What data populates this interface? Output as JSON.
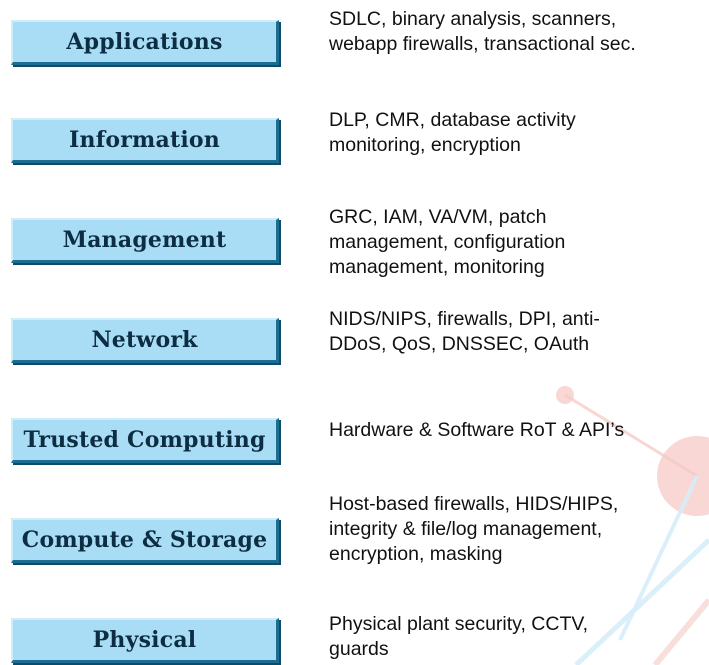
{
  "layers": [
    {
      "label": "Applications",
      "description": "SDLC, binary analysis, scanners,\nwebapp firewalls, transactional sec."
    },
    {
      "label": "Information",
      "description": "DLP, CMR, database activity\nmonitoring, encryption"
    },
    {
      "label": "Management",
      "description": "GRC, IAM, VA/VM, patch\nmanagement, configuration\nmanagement, monitoring"
    },
    {
      "label": "Network",
      "description": "NIDS/NIPS, firewalls, DPI, anti-\nDDoS, QoS, DNSSEC, OAuth"
    },
    {
      "label": "Trusted Computing",
      "description": "Hardware & Software RoT & API’s"
    },
    {
      "label": "Compute & Storage",
      "description": "Host-based firewalls, HIDS/HIPS,\nintegrity & file/log management,\nencryption, masking"
    },
    {
      "label": "Physical",
      "description": "Physical plant security, CCTV,\nguards"
    }
  ],
  "colors": {
    "box_fill": "#a9ddf6",
    "box_border": "#1d6d92",
    "label_text": "#0d2d43",
    "description_text": "#111111",
    "watermark_red": "#f4c7c3",
    "watermark_blue": "#d6eefa"
  }
}
